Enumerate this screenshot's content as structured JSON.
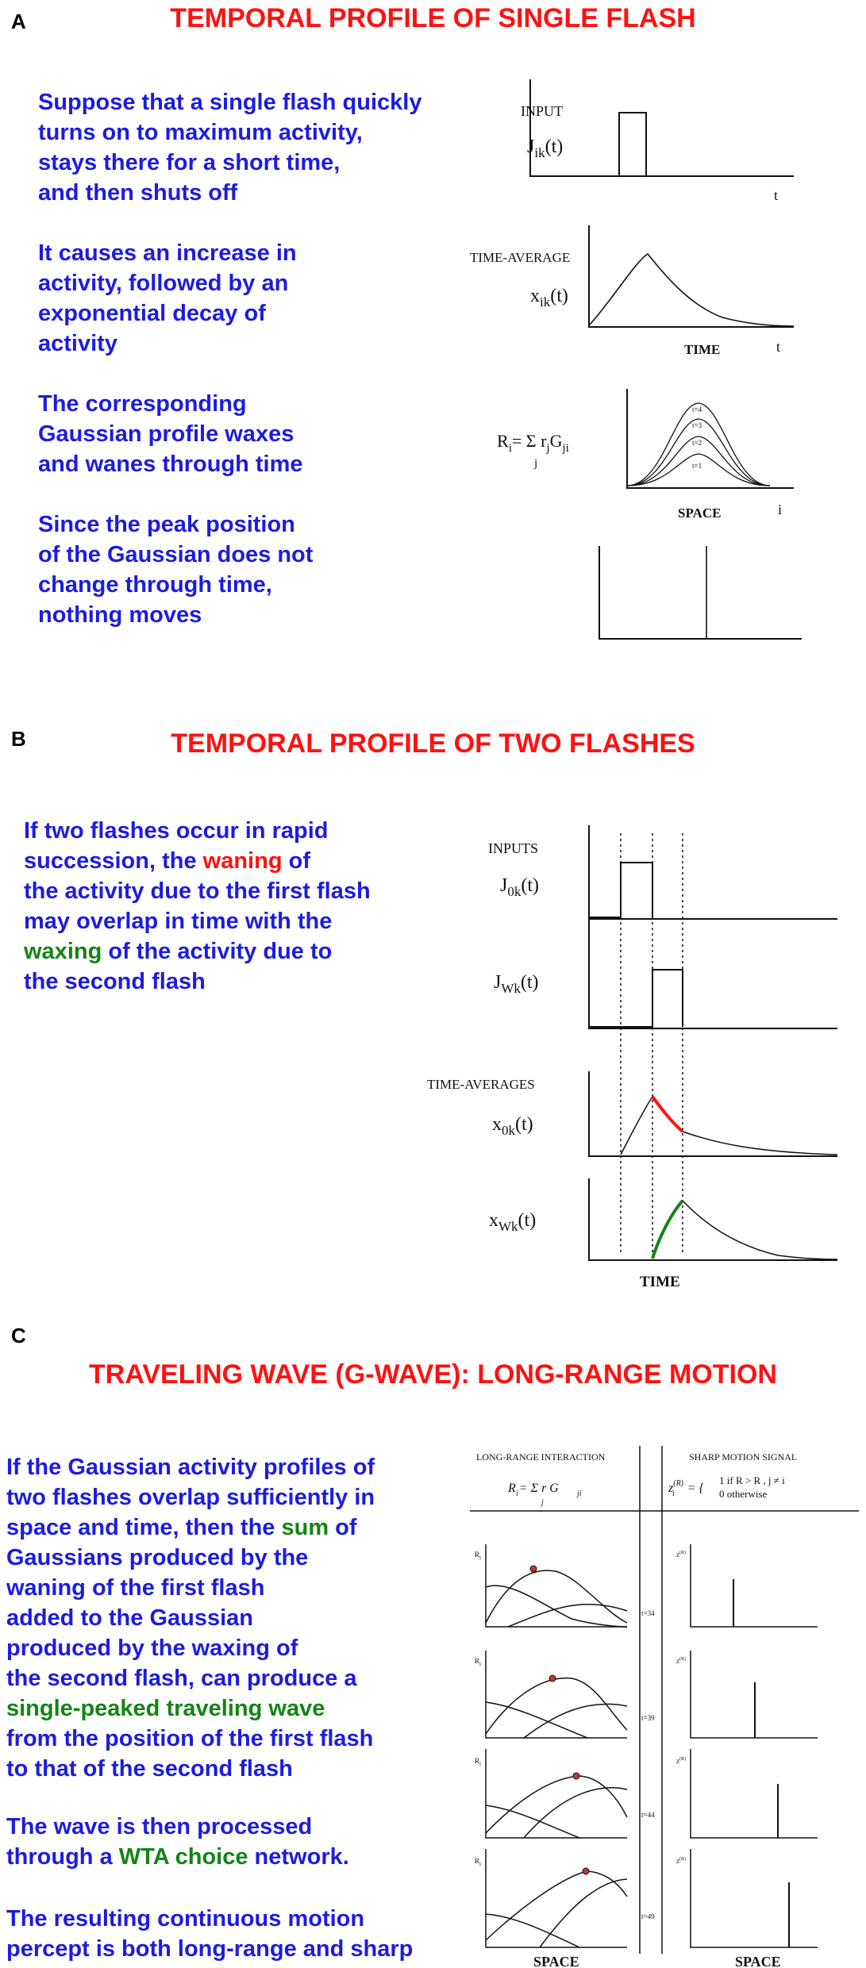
{
  "panel_a": {
    "letter": "A",
    "title": "TEMPORAL PROFILE OF SINGLE FLASH",
    "paragraphs": [
      [
        "Suppose that a single flash quickly",
        "turns on to maximum activity,",
        "stays there for a short time,",
        "and then shuts off"
      ],
      [
        "It causes an increase in",
        "activity, followed by an",
        "exponential decay of",
        "activity"
      ],
      [
        "The corresponding",
        "Gaussian profile waxes",
        "and wanes through time"
      ],
      [
        "Since the peak position",
        "of the Gaussian does not",
        "change through time,",
        "nothing moves"
      ]
    ],
    "figure": {
      "input_label": "INPUT",
      "input_var": "J",
      "input_sub": "ik",
      "input_arg": "(t)",
      "t_label": "t",
      "time_avg_label": "TIME-AVERAGE",
      "x_var": "x",
      "x_sub": "ik",
      "x_arg": "(t)",
      "time_label": "TIME",
      "t_label_2": "t",
      "r_eq_lhs": "R",
      "r_eq_lhs_sub": "i",
      "r_eq_rhs": "= Σ r",
      "r_eq_rhs_sub": "j",
      "r_eq_g": "G",
      "r_eq_g_sub": "ji",
      "r_eq_sum_index": "j",
      "curve_labels": [
        "t=4",
        "t=3",
        "t=2",
        "t=1"
      ],
      "space_label": "SPACE",
      "i_label": "i"
    }
  },
  "panel_b": {
    "letter": "B",
    "title": "TEMPORAL PROFILE OF TWO FLASHES",
    "text": {
      "l1": "If two flashes occur in rapid",
      "l2": "succession, the ",
      "l2_red": "waning",
      "l2_end": " of",
      "l3": "the activity due to the first flash",
      "l4": "may overlap in time with the",
      "l5_green": "waxing",
      "l5_end": " of the activity due to",
      "l6": "the second flash"
    },
    "figure": {
      "inputs_label": "INPUTS",
      "j0_var": "J",
      "j0_sub": "0k",
      "j0_arg": "(t)",
      "jw_var": "J",
      "jw_sub": "Wk",
      "jw_arg": "(t)",
      "time_avgs_label": "TIME-AVERAGES",
      "x0_var": "x",
      "x0_sub": "0k",
      "x0_arg": "(t)",
      "xw_var": "x",
      "xw_sub": "Wk",
      "xw_arg": "(t)",
      "time_label": "TIME"
    },
    "colors": {
      "waning": "#ff1111",
      "waxing": "#138513"
    }
  },
  "panel_c": {
    "letter": "C",
    "title": "TRAVELING WAVE (G-WAVE): LONG-RANGE MOTION",
    "text": {
      "l1": "If the Gaussian activity profiles of",
      "l2": "two flashes overlap sufficiently in",
      "l3": "space and time, then the ",
      "l3_green": "sum",
      "l3_end": " of",
      "l4": "Gaussians produced by the",
      "l5": "waning of the first flash",
      "l6": "added to the Gaussian",
      "l7": "produced by the waxing of",
      "l8": "the second flash, can produce a",
      "l9_green": "single-peaked traveling wave",
      "l10": "from the position of the first flash",
      "l11": "to that of the second flash",
      "p2_l1": "The wave is then processed",
      "p2_l2": "through a ",
      "p2_l2_green": "WTA choice",
      "p2_l2_end": " network.",
      "p3_l1": "The resulting continuous motion",
      "p3_l2": "percept is both long-range and sharp"
    },
    "figure": {
      "left_header": "LONG-RANGE INTERACTION",
      "right_header": "SHARP MOTION SIGNAL",
      "left_eq": "R  = Σ r G",
      "left_eq_i": "i",
      "left_eq_j": "j",
      "left_eq_ji": "ji",
      "right_eq_lhs": "z",
      "right_eq_sup": "(R)",
      "right_eq_sub": "i",
      "right_eq_case1": "1   if R  > R , j ≠ i",
      "right_eq_case2": "0   otherwise",
      "time_labels": [
        "t=34",
        "t=39",
        "t=44",
        "t=49"
      ],
      "row_y_label": "R",
      "row_y_sub": "i",
      "row_z_label": "z",
      "row_z_sup": "(R)",
      "row_z_sub": "i",
      "space_left": "SPACE",
      "space_right": "SPACE"
    }
  }
}
